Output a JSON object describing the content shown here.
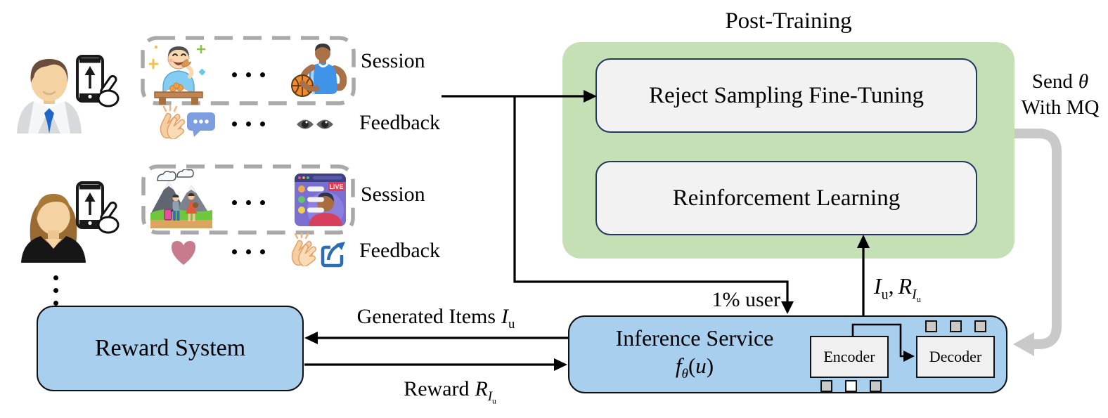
{
  "labels": {
    "session1": "Session",
    "feedback1": "Feedback",
    "session2": "Session",
    "feedback2": "Feedback",
    "one_percent": "1% user"
  },
  "post_training": {
    "title": "Post-Training",
    "rsft": "Reject Sampling Fine-Tuning",
    "rl": "Reinforcement Learning"
  },
  "send_mq": {
    "word": "Send",
    "theta": "θ",
    "line2": "With MQ"
  },
  "iu_r": {
    "i": "I",
    "i_sub": "u",
    "sep": ",",
    "r": "R",
    "r_sub_i": "I",
    "r_sub_u": "u"
  },
  "generated_items": {
    "text": "Generated Items",
    "var": "I",
    "sub": "u"
  },
  "reward_label": {
    "text": "Reward",
    "var": "R",
    "sub_i": "I",
    "sub_u": "u"
  },
  "reward_system": {
    "title": "Reward System"
  },
  "inference": {
    "title": "Inference Service",
    "fn": "f",
    "fn_sub": "θ",
    "arg_open": "(",
    "arg_var": "u",
    "arg_close": ")",
    "encoder": "Encoder",
    "decoder": "Decoder"
  },
  "live_badge": "LIVE",
  "colors": {
    "green_panel": "#c5e0b4",
    "blue_box": "#a8cfee",
    "inner_panel_fill": "#f2f2f2",
    "inner_panel_border": "#1f3864",
    "gray_arrow": "#c9c9c9",
    "dashed_border": "#a9a9a9",
    "heart": "#c97b8e",
    "share_blue": "#2a6db5",
    "bubble_blue": "#7d9ede"
  }
}
